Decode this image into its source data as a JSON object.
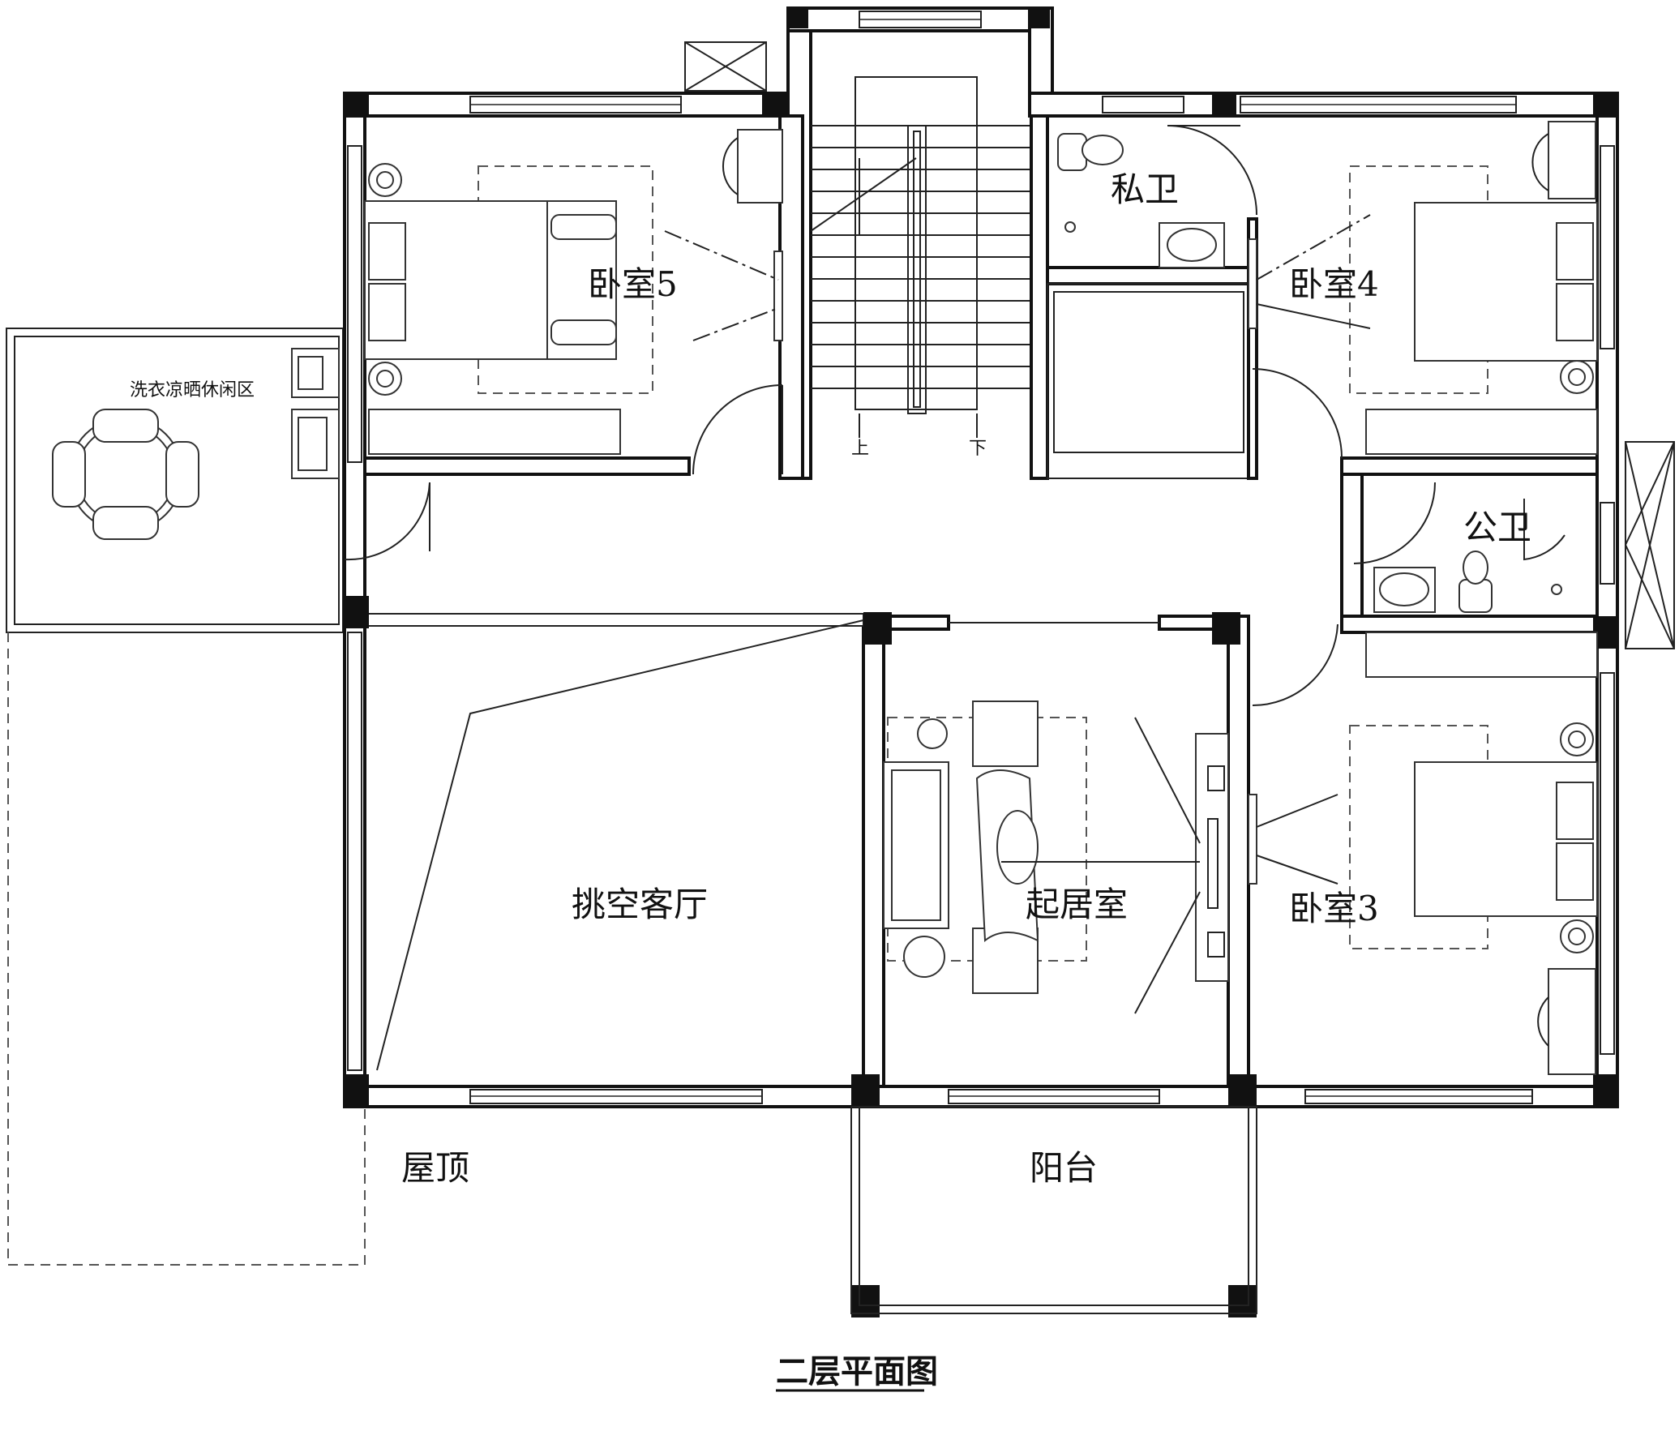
{
  "rooms": {
    "bedroom5": "卧室5",
    "bedroom4": "卧室4",
    "bedroom3": "卧室3",
    "private_bath": "私卫",
    "public_bath": "公卫",
    "laundry_area": "洗衣凉晒休闲区",
    "void_living": "挑空客厅",
    "family_room": "起居室",
    "balcony": "阳台",
    "roof": "屋顶"
  },
  "stairs": {
    "up": "上",
    "down": "下"
  },
  "title": "二层平面图"
}
